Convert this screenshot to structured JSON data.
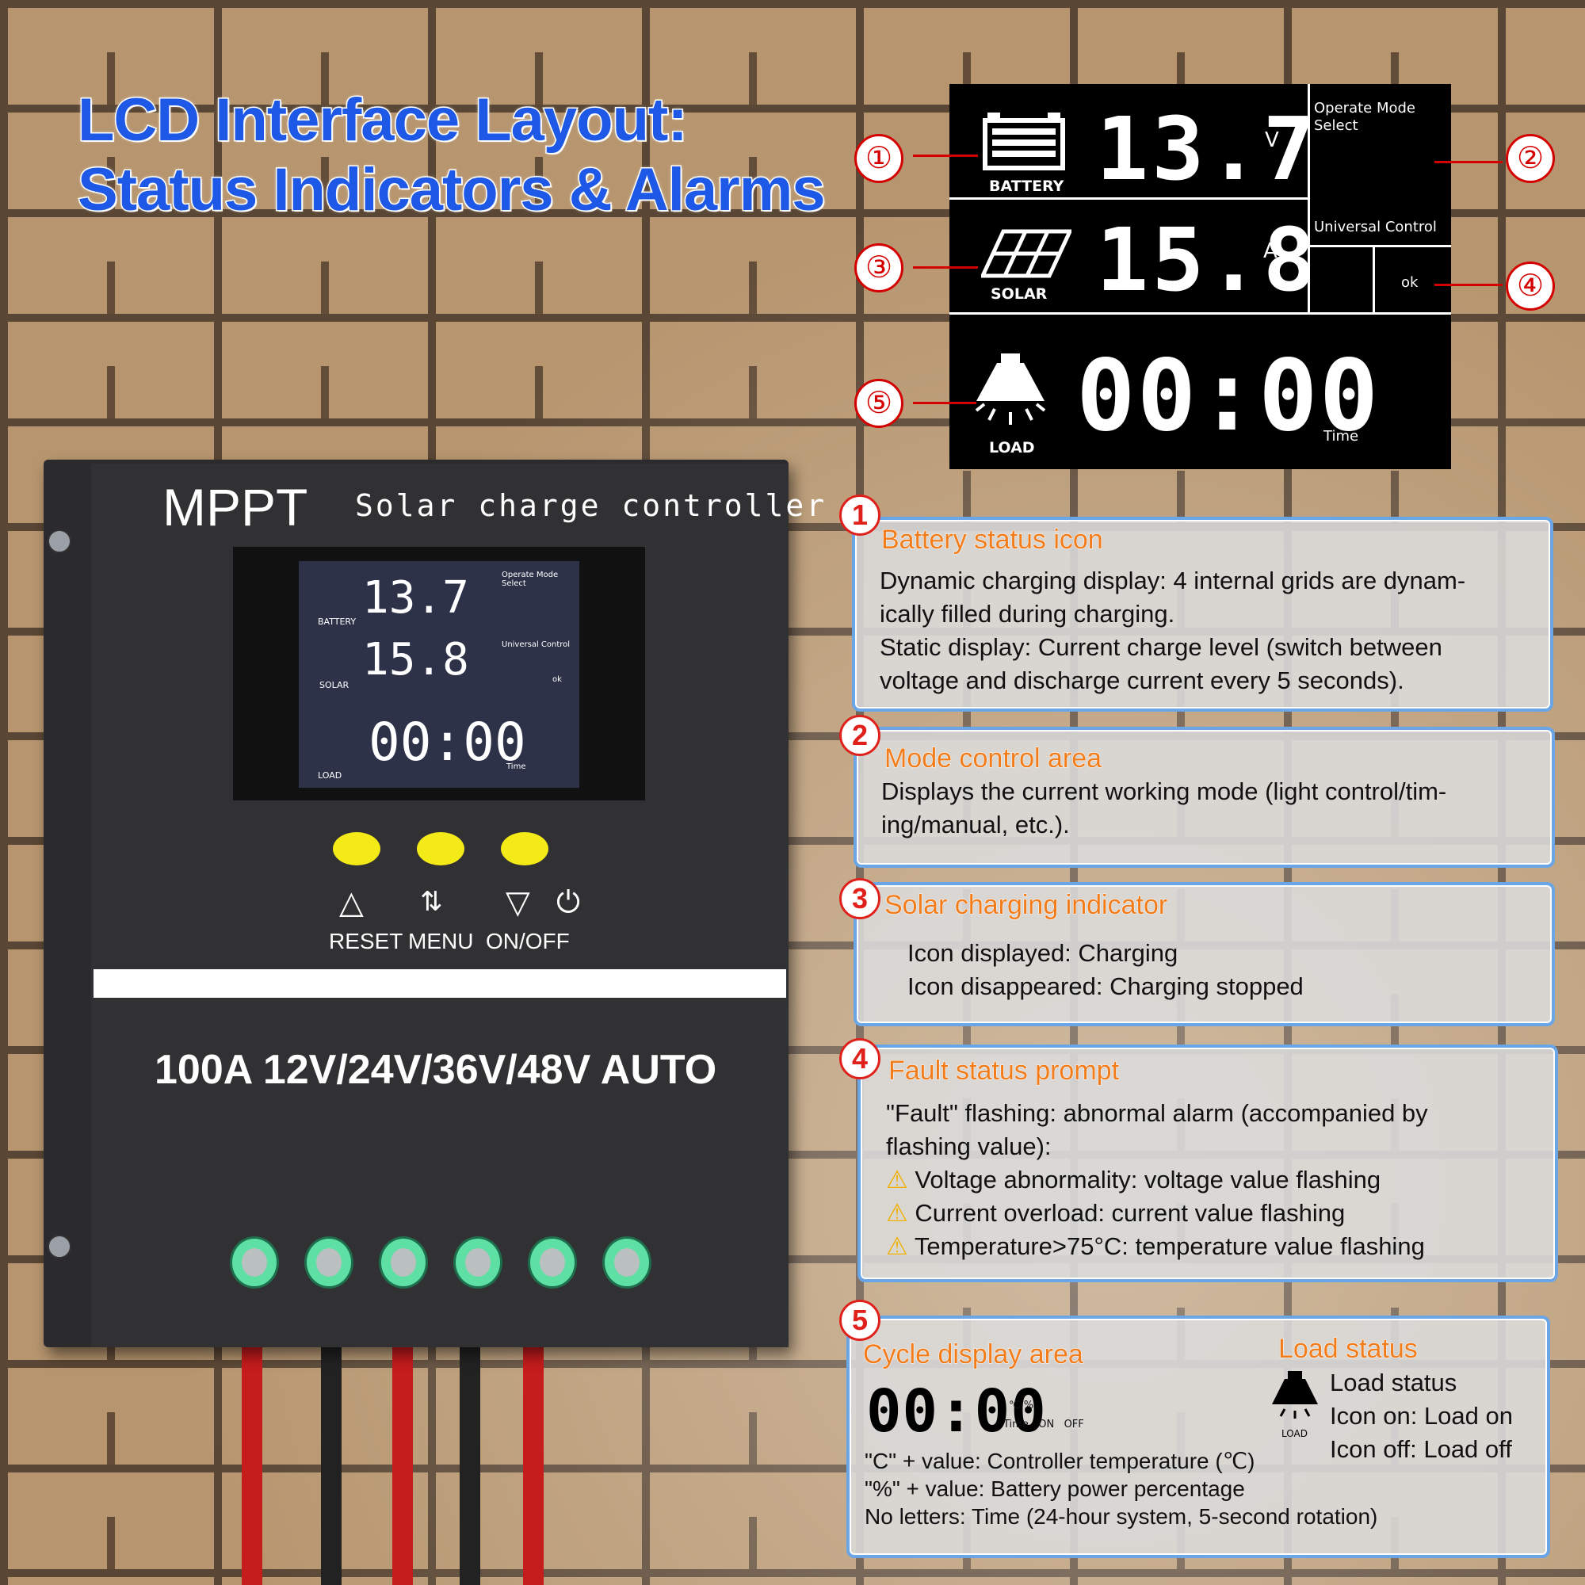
{
  "headline": {
    "line1": "LCD Interface Layout:",
    "line2": "Status Indicators & Alarms"
  },
  "lcd": {
    "battery_value": "13.7",
    "battery_unit": "V",
    "battery_label": "BATTERY",
    "solar_value": "15.8",
    "solar_unit": "A",
    "solar_label": "SOLAR",
    "load_value": "00:00",
    "load_label": "LOAD",
    "time_label": "Time",
    "operate_mode": "Operate Mode Select",
    "universal_control": "Universal Control",
    "ok": "ok",
    "markers": [
      "①",
      "②",
      "③",
      "④",
      "⑤"
    ]
  },
  "controller": {
    "brand": "MPPT",
    "subtitle": "Solar charge controller",
    "buttons": [
      "RESET",
      "MENU",
      "ON/OFF"
    ],
    "model": "100A  12V/24V/36V/48V  AUTO",
    "mini": {
      "v": "13.7",
      "a": "15.8",
      "t": "00:00",
      "battery": "BATTERY",
      "solar": "SOLAR",
      "load": "LOAD",
      "time": "Time",
      "operate": "Operate Mode Select",
      "universal": "Universal Control",
      "ok": "ok"
    }
  },
  "boxes": [
    {
      "num": "1",
      "title": "Battery status icon",
      "lines": [
        "Dynamic charging display: 4 internal grids are dynam-",
        "ically filled during charging.",
        "Static display: Current charge level (switch between",
        "voltage and discharge current every 5 seconds)."
      ]
    },
    {
      "num": "2",
      "title": "Mode control area",
      "lines": [
        "Displays the current working mode (light control/tim-",
        "ing/manual, etc.)."
      ]
    },
    {
      "num": "3",
      "title": "Solar charging indicator",
      "lines": [
        "Icon displayed: Charging",
        "Icon disappeared: Charging stopped"
      ]
    },
    {
      "num": "4",
      "title": "Fault status prompt",
      "lines": [
        "\"Fault\" flashing: abnormal alarm (accompanied by",
        "flashing value):"
      ],
      "warnings": [
        "Voltage abnormality: voltage value flashing",
        "Current overload: current value flashing",
        "Temperature>75°C: temperature value flashing"
      ]
    },
    {
      "num": "5",
      "title": "Cycle display area",
      "digits": "00:00",
      "small_units": "℃  %",
      "small_labels": "Time   ON   OFF",
      "lines": [
        "\"C\" + value: Controller temperature (℃)",
        "\"%\" + value: Battery power percentage",
        "No letters: Time (24-hour system, 5-second rotation)"
      ],
      "load_title": "Load status",
      "load_lines": [
        "Load status",
        "Icon on: Load on",
        "Icon off: Load off"
      ],
      "load_icon_label": "LOAD"
    }
  ],
  "colors": {
    "accent_title": "#1e58e6",
    "box_title": "#f27c1a",
    "marker_red": "#d40000",
    "button_yellow": "#f3ea18"
  }
}
